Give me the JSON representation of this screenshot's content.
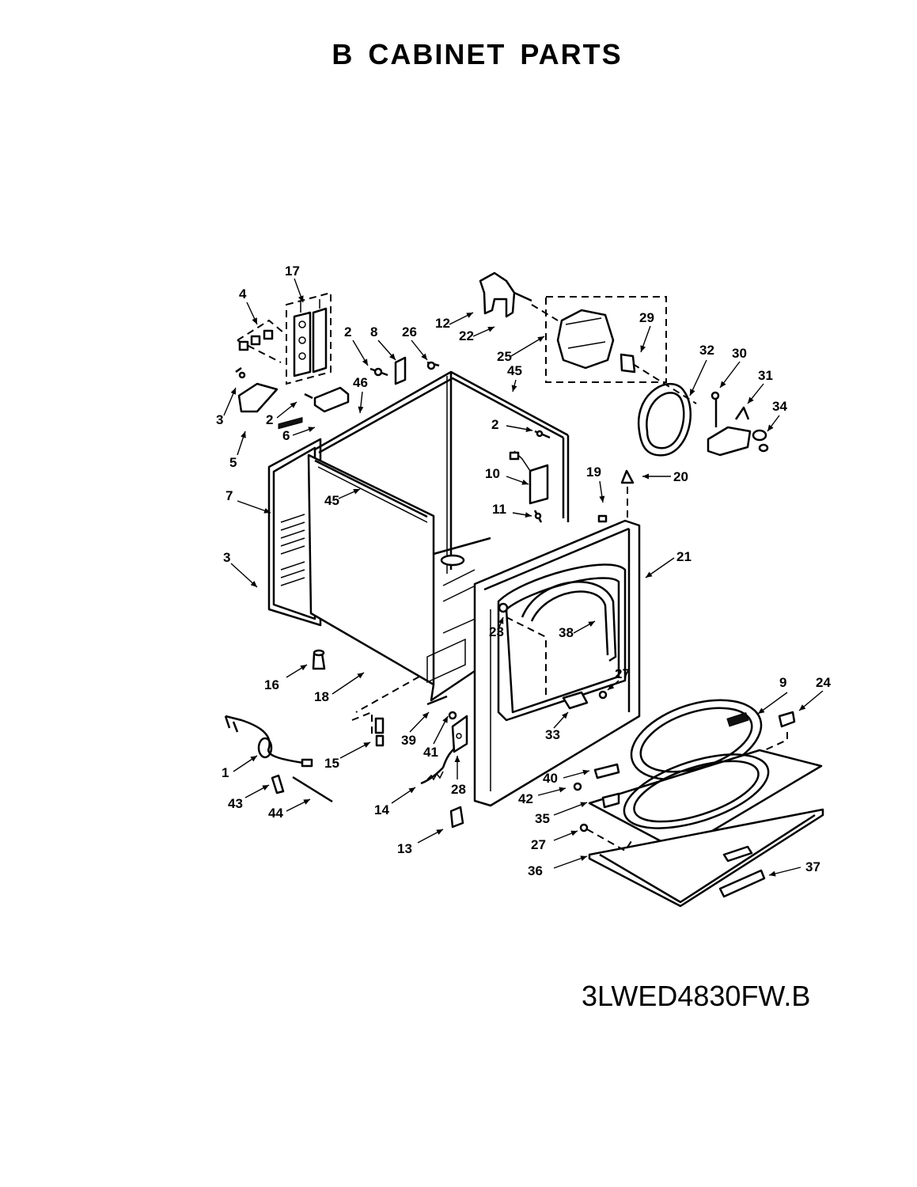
{
  "title": "B  CABINET  PARTS",
  "model_code": "3LWED4830FW.B",
  "callouts": [
    {
      "num": "17"
    },
    {
      "num": "4"
    },
    {
      "num": "2"
    },
    {
      "num": "8"
    },
    {
      "num": "26"
    },
    {
      "num": "12"
    },
    {
      "num": "22"
    },
    {
      "num": "25"
    },
    {
      "num": "29"
    },
    {
      "num": "32"
    },
    {
      "num": "30"
    },
    {
      "num": "31"
    },
    {
      "num": "34"
    },
    {
      "num": "46"
    },
    {
      "num": "45"
    },
    {
      "num": "3"
    },
    {
      "num": "2"
    },
    {
      "num": "6"
    },
    {
      "num": "5"
    },
    {
      "num": "2"
    },
    {
      "num": "10"
    },
    {
      "num": "11"
    },
    {
      "num": "19"
    },
    {
      "num": "20"
    },
    {
      "num": "7"
    },
    {
      "num": "45"
    },
    {
      "num": "21"
    },
    {
      "num": "3"
    },
    {
      "num": "23"
    },
    {
      "num": "38"
    },
    {
      "num": "16"
    },
    {
      "num": "18"
    },
    {
      "num": "27"
    },
    {
      "num": "9"
    },
    {
      "num": "24"
    },
    {
      "num": "39"
    },
    {
      "num": "41"
    },
    {
      "num": "33"
    },
    {
      "num": "15"
    },
    {
      "num": "1"
    },
    {
      "num": "28"
    },
    {
      "num": "40"
    },
    {
      "num": "42"
    },
    {
      "num": "35"
    },
    {
      "num": "43"
    },
    {
      "num": "44"
    },
    {
      "num": "14"
    },
    {
      "num": "27"
    },
    {
      "num": "13"
    },
    {
      "num": "36"
    },
    {
      "num": "37"
    }
  ]
}
